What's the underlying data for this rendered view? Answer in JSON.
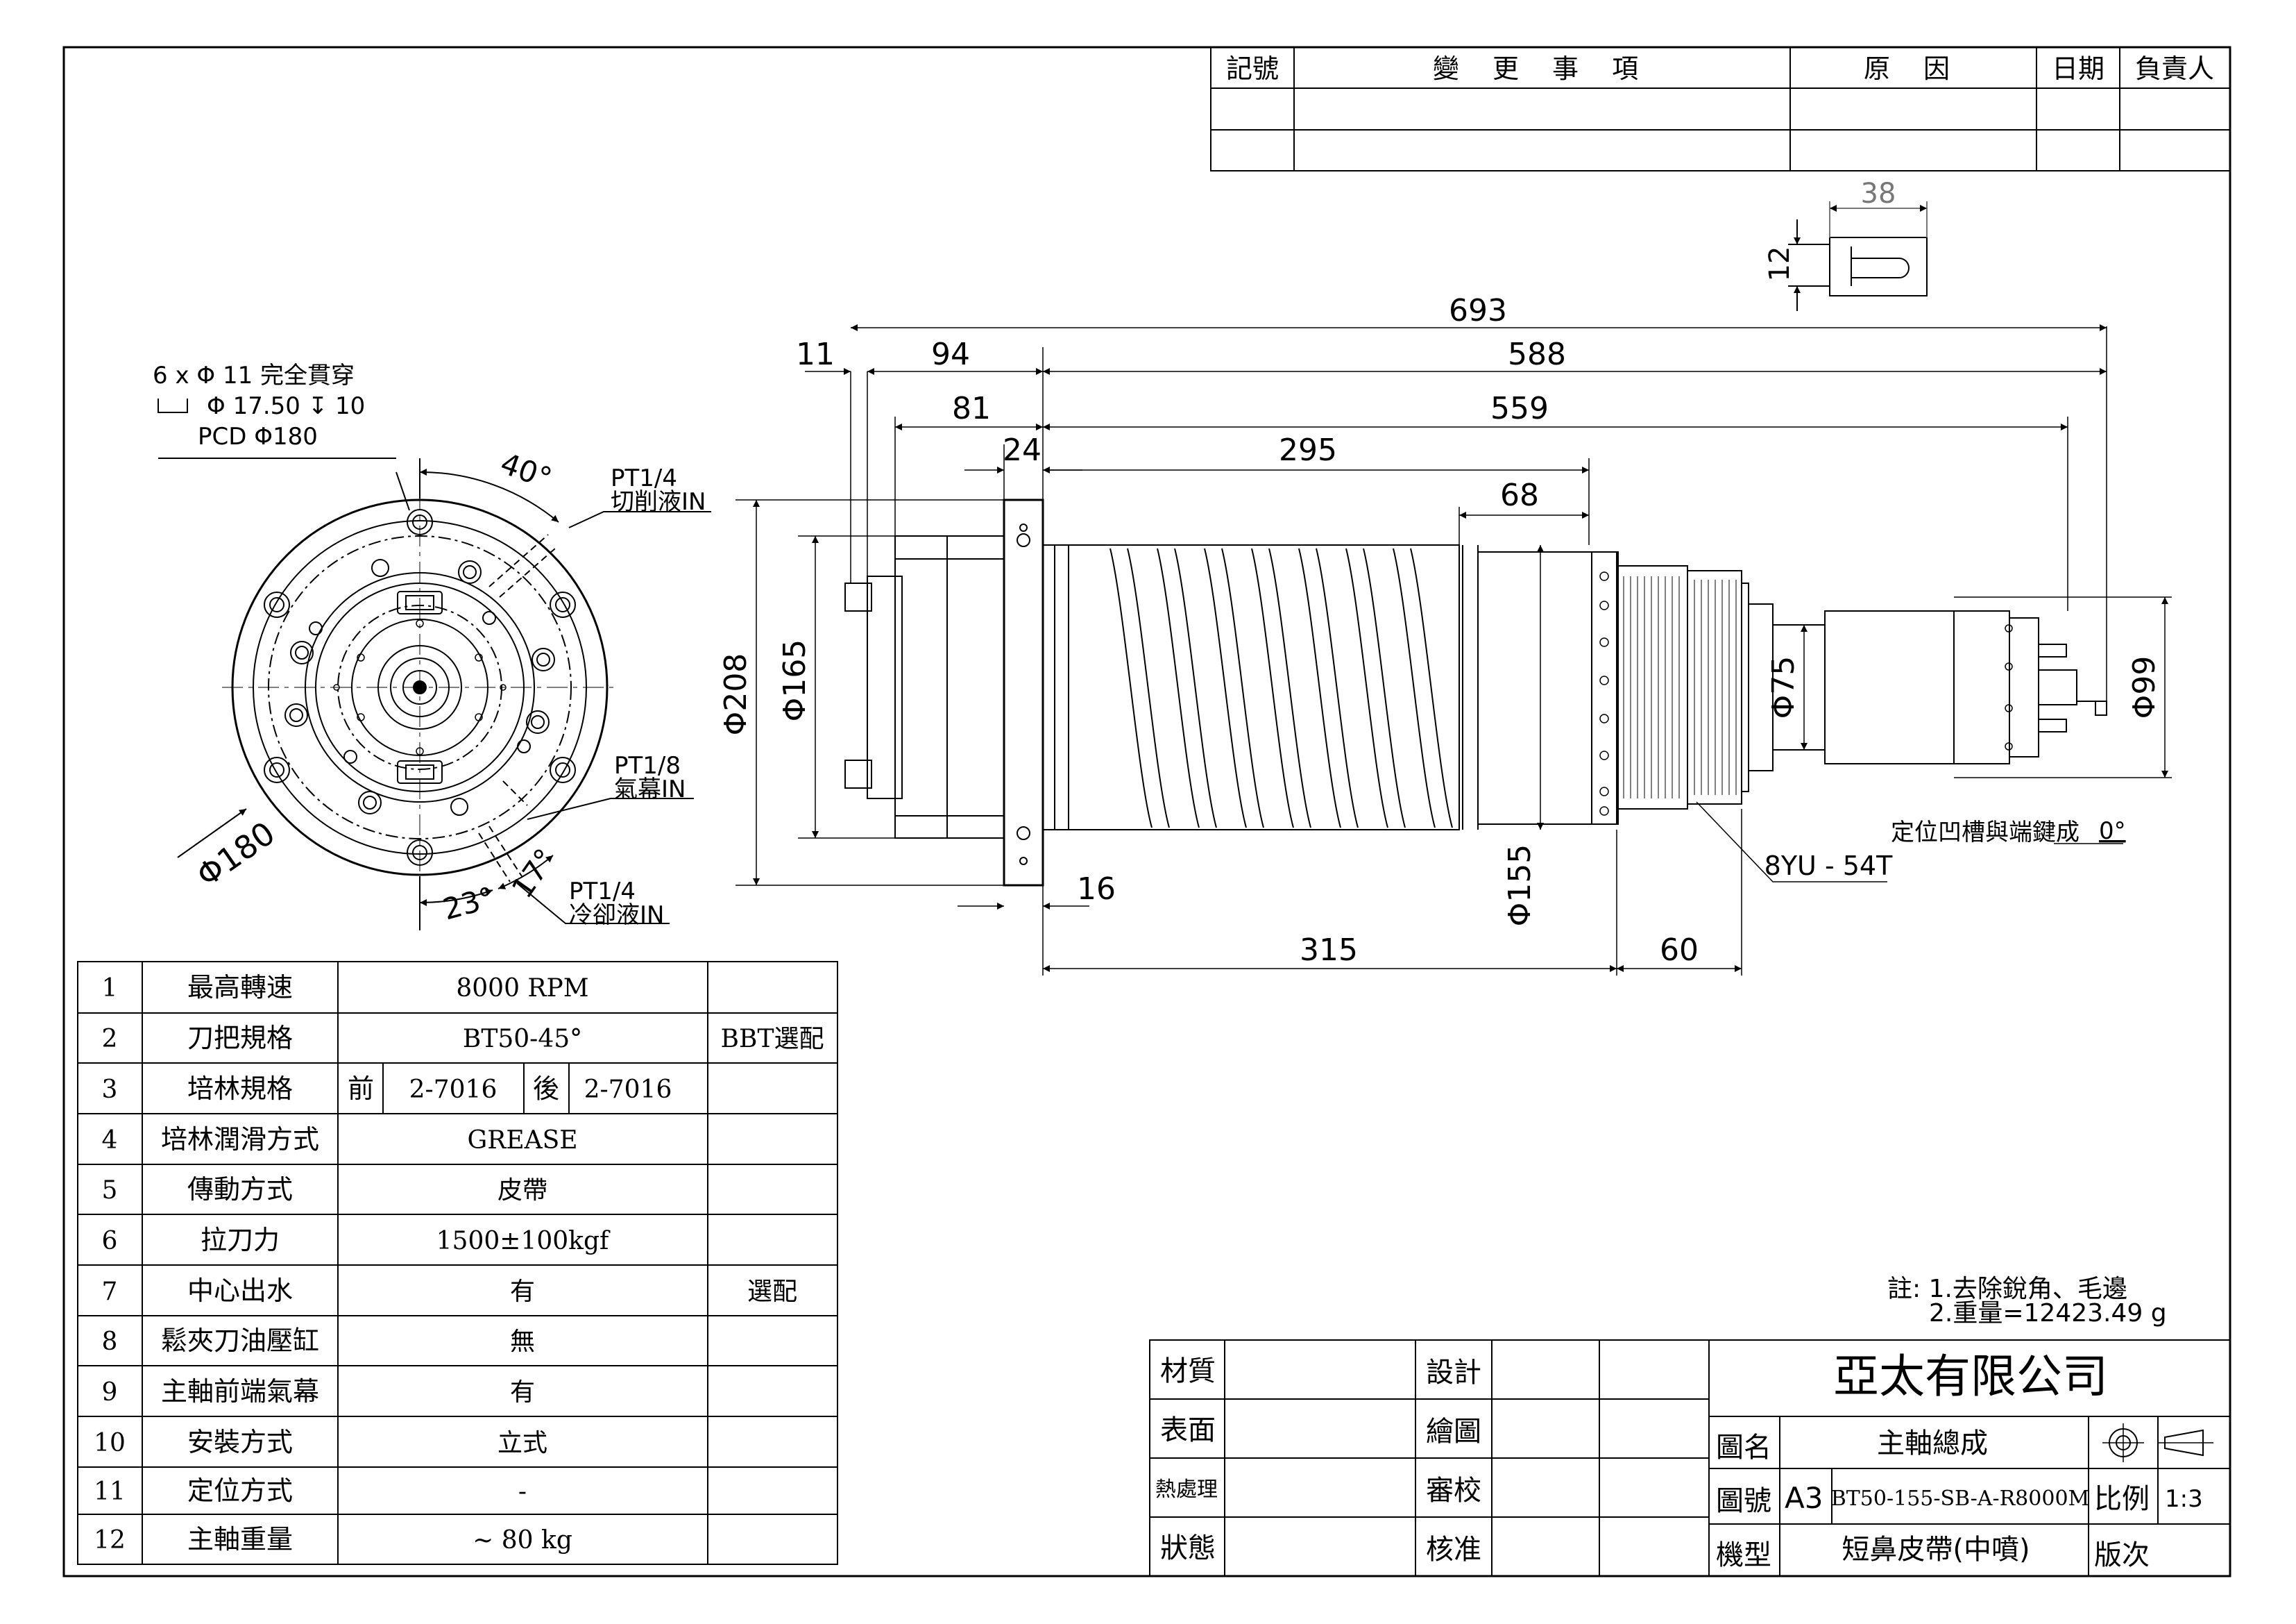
{
  "revision_block": {
    "headers": [
      "記號",
      "變 更 事 項",
      "原 因",
      "日期",
      "負責人"
    ]
  },
  "key_detail": {
    "width": "38",
    "height": "12"
  },
  "front_view": {
    "hole_spec_line1": "6 x Φ 11 完全貫穿",
    "hole_spec_line2": "Φ 17.50 ↧ 10",
    "hole_spec_line3": "PCD Φ180",
    "angle_top": "40°",
    "angle_bottom_left": "23°",
    "angle_bottom_right": "17°",
    "diameter": "Φ180",
    "port_coolant_cut_size": "PT1/4",
    "port_coolant_cut_name": "切削液IN",
    "port_air_size": "PT1/8",
    "port_air_name": "氣幕IN",
    "port_cooling_size": "PT1/4",
    "port_cooling_name": "冷卻液IN"
  },
  "side_view": {
    "dims": {
      "overall": "693",
      "d11": "11",
      "d94": "94",
      "d588": "588",
      "d81": "81",
      "d559": "559",
      "d24": "24",
      "d295": "295",
      "d68": "68",
      "d16": "16",
      "d315": "315",
      "d60": "60",
      "dia208": "Φ208",
      "dia165": "Φ165",
      "dia155": "Φ155",
      "dia75": "Φ75",
      "dia99": "Φ99"
    },
    "pulley_spec": "8YU - 54T",
    "keyway_note_text": "定位凹槽與端鍵成",
    "keyway_note_angle": "0°"
  },
  "spec_table": {
    "rows": [
      {
        "no": "1",
        "item": "最高轉速",
        "value": "8000   RPM",
        "option": ""
      },
      {
        "no": "2",
        "item": "刀把規格",
        "value": "BT50-45°",
        "option": "BBT選配"
      },
      {
        "no": "3",
        "item": "培林規格",
        "front_label": "前",
        "front": "2-7016",
        "rear_label": "後",
        "rear": "2-7016",
        "option": ""
      },
      {
        "no": "4",
        "item": "培林潤滑方式",
        "value": "GREASE",
        "option": ""
      },
      {
        "no": "5",
        "item": "傳動方式",
        "value": "皮帶",
        "option": ""
      },
      {
        "no": "6",
        "item": "拉刀力",
        "value": "1500±100kgf",
        "option": ""
      },
      {
        "no": "7",
        "item": "中心出水",
        "value": "有",
        "option": "選配"
      },
      {
        "no": "8",
        "item": "鬆夾刀油壓缸",
        "value": "無",
        "option": ""
      },
      {
        "no": "9",
        "item": "主軸前端氣幕",
        "value": "有",
        "option": ""
      },
      {
        "no": "10",
        "item": "安裝方式",
        "value": "立式",
        "option": ""
      },
      {
        "no": "11",
        "item": "定位方式",
        "value": "-",
        "option": ""
      },
      {
        "no": "12",
        "item": "主軸重量",
        "value": "~ 80 kg",
        "option": ""
      }
    ]
  },
  "notes": {
    "line1": "註: 1.去除銳角、毛邊",
    "line2": "2.重量=12423.49 g"
  },
  "title_block": {
    "company": "亞太有限公司",
    "material_label": "材質",
    "surface_label": "表面",
    "heat_label": "熱處理",
    "status_label": "狀態",
    "design_label": "設計",
    "drawn_label": "繪圖",
    "check_label": "審校",
    "approve_label": "核准",
    "name_label": "圖名",
    "name_value": "主軸總成",
    "number_label": "圖號",
    "size": "A3",
    "number_value": "BT50-155-SB-A-R8000M",
    "scale_label": "比例",
    "scale_value": "1:3",
    "model_label": "機型",
    "model_value": "短鼻皮帶(中噴)",
    "version_label": "版次"
  }
}
